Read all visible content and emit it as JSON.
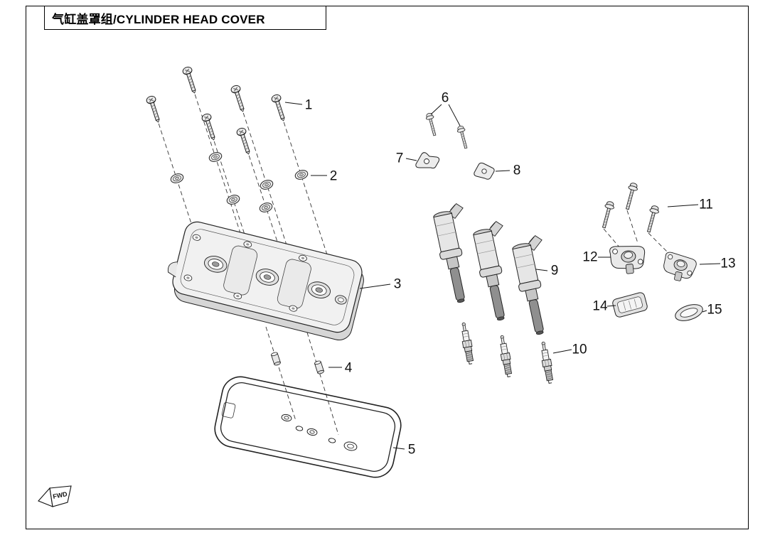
{
  "page": {
    "title": "气缸盖罩组/CYLINDER HEAD COVER",
    "fwd_label": "FWD"
  },
  "callouts": [
    {
      "label": "1"
    },
    {
      "label": "2"
    },
    {
      "label": "3"
    },
    {
      "label": "4"
    },
    {
      "label": "5"
    },
    {
      "label": "6"
    },
    {
      "label": "7"
    },
    {
      "label": "8"
    },
    {
      "label": "9"
    },
    {
      "label": "10"
    },
    {
      "label": "11"
    },
    {
      "label": "12"
    },
    {
      "label": "13"
    },
    {
      "label": "14"
    },
    {
      "label": "15"
    }
  ]
}
